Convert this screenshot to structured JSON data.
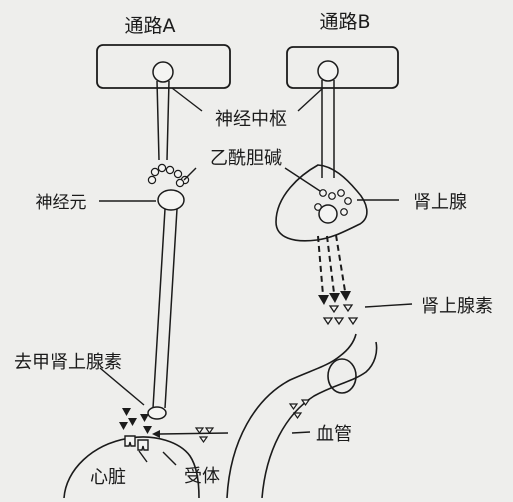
{
  "pathways": {
    "a_title": "通路A",
    "b_title": "通路B"
  },
  "labels": {
    "neural_center": "神经中枢",
    "acetylcholine": "乙酰胆碱",
    "neuron": "神经元",
    "adrenal_gland": "肾上腺",
    "adrenaline": "肾上腺素",
    "noradrenaline": "去甲肾上腺素",
    "blood_vessel": "血管",
    "heart": "心脏",
    "receptor": "受体"
  },
  "colors": {
    "ink": "#1b1b1b",
    "background": "#eeeeec"
  }
}
